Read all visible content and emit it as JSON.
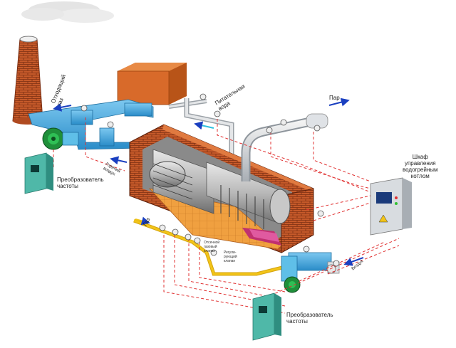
{
  "labels": {
    "flue_gas": [
      "Отходящий",
      "газ"
    ],
    "feed_water": [
      "Питательная",
      "вода"
    ],
    "steam": "Пар",
    "gas": "Газ",
    "air": "Воздух",
    "hot_air": [
      "Горячий",
      "воздух"
    ],
    "freq_converter_top": [
      "Преобразователь",
      "частоты"
    ],
    "freq_converter_bottom": [
      "Преобразователь",
      "частоты"
    ],
    "cabinet": [
      "Шкаф",
      "управления",
      "водогрейным",
      "котлом"
    ],
    "valve_1": [
      "Отсечной",
      "газовый",
      "клапан"
    ],
    "valve_2": [
      "Регули-",
      "рующий",
      "клапан"
    ]
  },
  "colors": {
    "brick": "#c65a2a",
    "duct_blue": "#3aa6e0",
    "steam_pipe": "#cfd4da",
    "gas_pipe": "#f2c418",
    "signal_red": "#e03030",
    "inverter_teal": "#4fb8a8",
    "fan_green": "#1f8f3a",
    "arrow_blue": "#1a3fc0"
  }
}
